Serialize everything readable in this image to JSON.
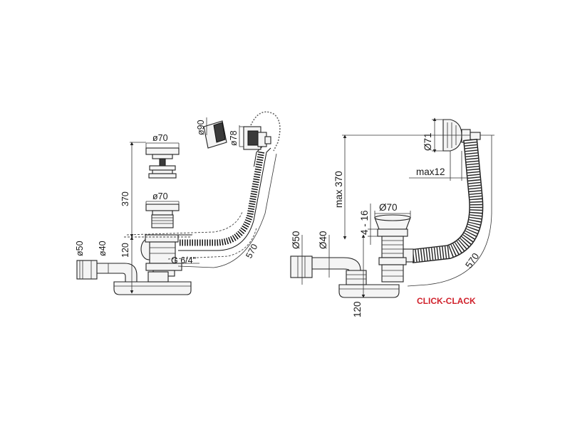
{
  "left_diagram": {
    "dims": {
      "d70_top": "ø70",
      "d90": "ø90",
      "d78": "ø78",
      "h370": "370",
      "d70_mid": "ø70",
      "h120": "120",
      "thread": "G 6/4\"",
      "d50": "ø50",
      "d40": "ø40",
      "l570": "570"
    }
  },
  "right_diagram": {
    "dims": {
      "d71": "Ø71",
      "max12": "max12",
      "max370": "max 370",
      "d70": "Ø70",
      "r4_16": "4 - 16",
      "d50": "Ø50",
      "d40": "Ø40",
      "h120": "120",
      "l570": "570"
    },
    "brand_label": "CLICK-CLACK"
  }
}
